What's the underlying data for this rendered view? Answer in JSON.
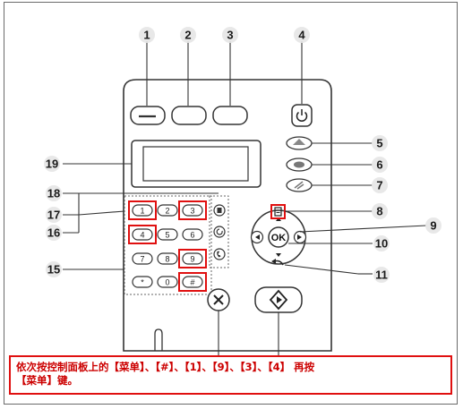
{
  "callouts": [
    "1",
    "2",
    "3",
    "4",
    "5",
    "6",
    "7",
    "8",
    "9",
    "10",
    "11",
    "15",
    "16",
    "17",
    "18",
    "19"
  ],
  "keypad": {
    "keys": [
      "1",
      "2",
      "3",
      "4",
      "5",
      "6",
      "7",
      "8",
      "9",
      "*",
      "0",
      "#"
    ],
    "highlighted": [
      "1",
      "3",
      "4",
      "9",
      "#"
    ]
  },
  "caption": {
    "line1": "依次按控制面板上的【菜单】、【#】、【1】、【9】、【3】、【4】 再按",
    "line2": "【菜单】键。"
  },
  "colors": {
    "highlight": "#e01010",
    "panel_stroke": "#333333",
    "ray_gray": "#bdbdbd"
  },
  "icons": [
    "power-icon",
    "copy-mode-icon",
    "fax-mode-icon",
    "scan-mode-icon",
    "menu-icon",
    "redial-icon",
    "on-hook-dial-icon",
    "back-icon",
    "stop-icon",
    "start-icon",
    "left-arrow-icon",
    "right-arrow-icon",
    "up-arrow-icon",
    "down-arrow-icon"
  ]
}
